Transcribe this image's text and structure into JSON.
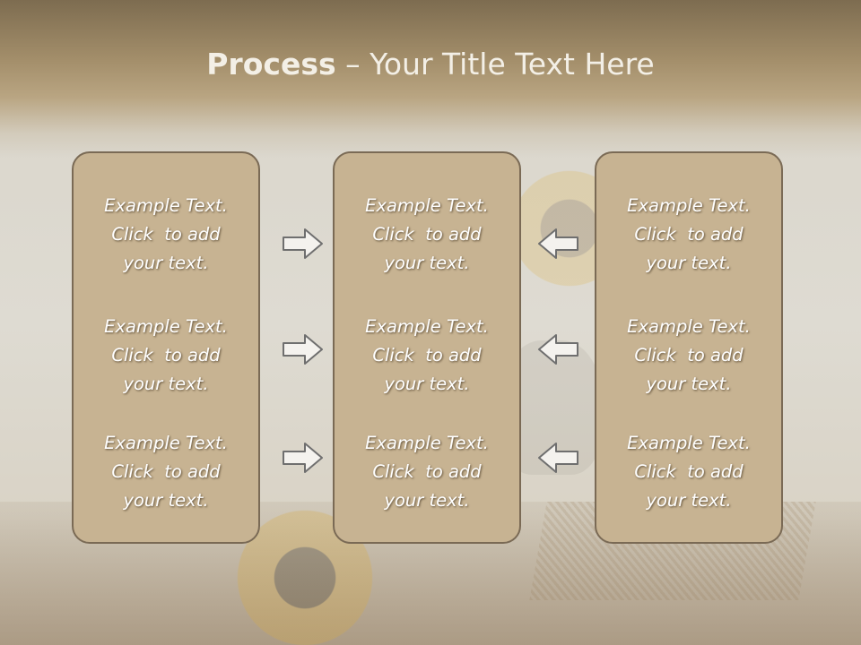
{
  "slide": {
    "title_bold": "Process",
    "title_rest": " – Your Title Text Here"
  },
  "columns": [
    {
      "items": [
        {
          "line1": "Example Text.",
          "line2": "Click  to add",
          "line3": "your text."
        },
        {
          "line1": "Example Text.",
          "line2": "Click  to add",
          "line3": "your text."
        },
        {
          "line1": "Example Text.",
          "line2": "Click  to add",
          "line3": "your text."
        }
      ]
    },
    {
      "items": [
        {
          "line1": "Example Text.",
          "line2": "Click  to add",
          "line3": "your text."
        },
        {
          "line1": "Example Text.",
          "line2": "Click  to add",
          "line3": "your text."
        },
        {
          "line1": "Example Text.",
          "line2": "Click  to add",
          "line3": "your text."
        }
      ]
    },
    {
      "items": [
        {
          "line1": "Example Text.",
          "line2": "Click  to add",
          "line3": "your text."
        },
        {
          "line1": "Example Text.",
          "line2": "Click  to add",
          "line3": "your text."
        },
        {
          "line1": "Example Text.",
          "line2": "Click  to add",
          "line3": "your text."
        }
      ]
    }
  ],
  "arrows": {
    "left_to_center": "arrow-right-icon",
    "right_to_center": "arrow-left-icon"
  },
  "colors": {
    "box_fill": "#c7b392",
    "box_border": "#7a6a55",
    "title_band": "#a38e6a",
    "arrow_stroke": "#6f6f6f"
  }
}
